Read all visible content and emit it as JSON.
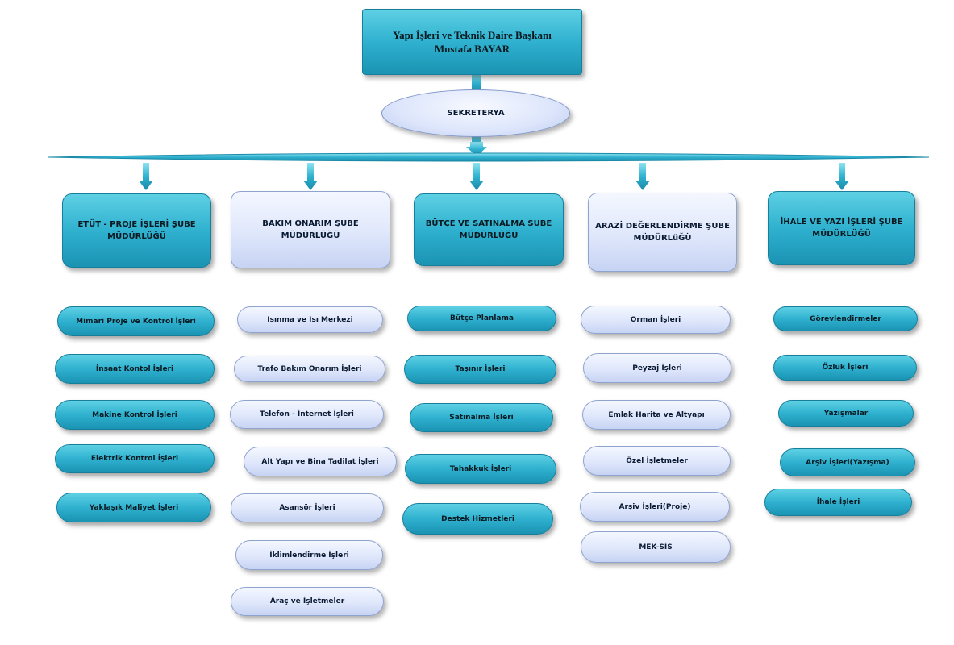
{
  "head": {
    "line1": "Yapı İşleri ve Teknik Daire Başkanı",
    "line2": "Mustafa BAYAR"
  },
  "secretary": "SEKRETERYA",
  "branches": [
    {
      "title": "ETÜT - PROJE İŞLERİ ŞUBE MÜDÜRLÜĞÜ",
      "items": [
        "Mimari Proje ve Kontrol İşleri",
        "İnşaat Kontol İşleri",
        "Makine Kontrol İşleri",
        "Elektrik Kontrol İşleri",
        "Yaklaşık Maliyet İşleri"
      ]
    },
    {
      "title": "BAKIM ONARIM ŞUBE MÜDÜRLÜĞÜ",
      "items": [
        "Isınma ve Isı Merkezi",
        "Trafo Bakım Onarım İşleri",
        "Telefon - İnternet İşleri",
        "Alt Yapı ve Bina Tadilat İşleri",
        "Asansör İşleri",
        "İklimlendirme İşleri",
        "Araç ve İşletmeler"
      ]
    },
    {
      "title": "BÜTÇE VE SATINALMA ŞUBE MÜDÜRLÜĞÜ",
      "items": [
        "Bütçe Planlama",
        "Taşınır İşleri",
        "Satınalma İşleri",
        "Tahakkuk İşleri",
        "Destek Hizmetleri"
      ]
    },
    {
      "title": "ARAZİ DEĞERLENDİRME ŞUBE MÜDÜRLüĞÜ",
      "items": [
        "Orman İşleri",
        "Peyzaj İşleri",
        "Emlak Harita ve Altyapı",
        "Özel İşletmeler",
        "Arşiv İşleri(Proje)",
        "MEK-SİS"
      ]
    },
    {
      "title": "İHALE VE YAZI İŞLERİ ŞUBE MÜDÜRLÜĞÜ",
      "items": [
        "Görevlendirmeler",
        "Özlük İşleri",
        "Yazışmalar",
        "Arşiv İşleri(Yazışma)",
        "İhale İşleri"
      ]
    }
  ],
  "colors": {
    "teal": "#2fb1cf",
    "light": "#dfe7fb",
    "connector": "#2aa6c4"
  }
}
